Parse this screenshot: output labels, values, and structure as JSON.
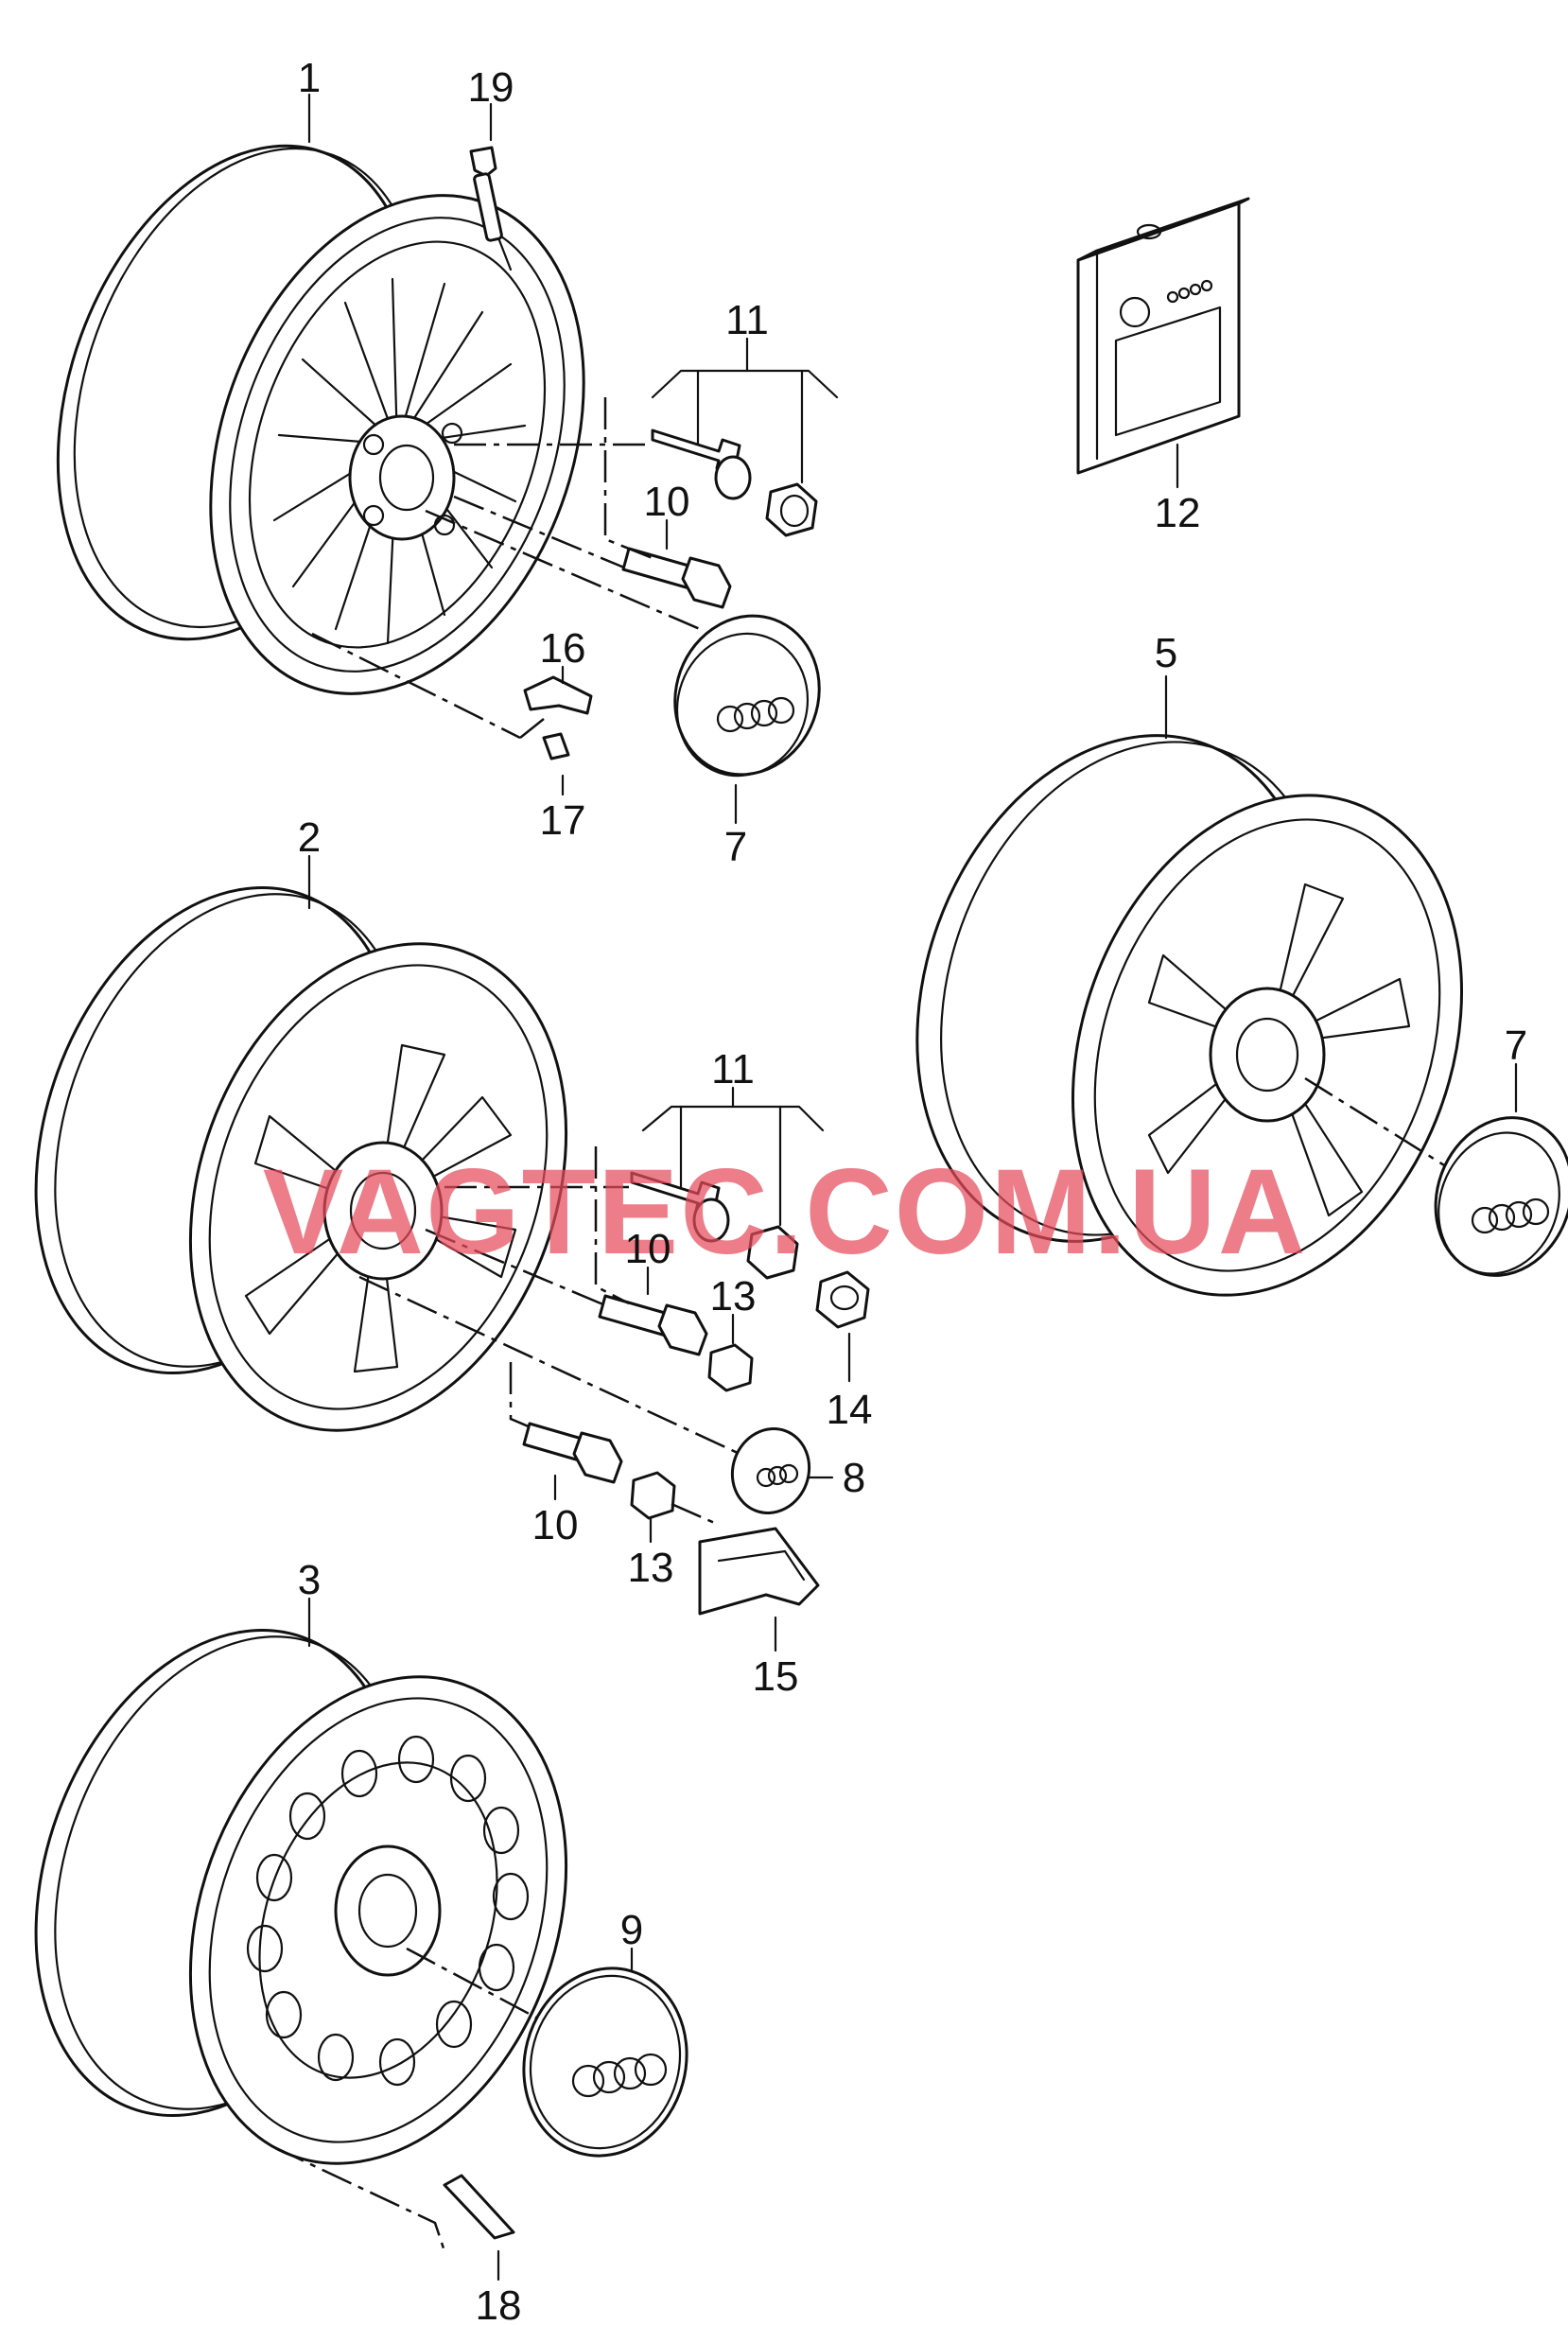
{
  "watermark": "VAGTEC.COM.UA",
  "colors": {
    "line": "#111111",
    "watermark": "#e54b5c",
    "background": "#ffffff"
  },
  "labels": {
    "p1": "1",
    "p2": "2",
    "p3": "3",
    "p5": "5",
    "p7a": "7",
    "p7b": "7",
    "p8": "8",
    "p9": "9",
    "p10a": "10",
    "p10b": "10",
    "p10c": "10",
    "p11a": "11",
    "p11b": "11",
    "p12": "12",
    "p13a": "13",
    "p13b": "13",
    "p14": "14",
    "p15": "15",
    "p16": "16",
    "p17": "17",
    "p18": "18",
    "p19": "19"
  }
}
